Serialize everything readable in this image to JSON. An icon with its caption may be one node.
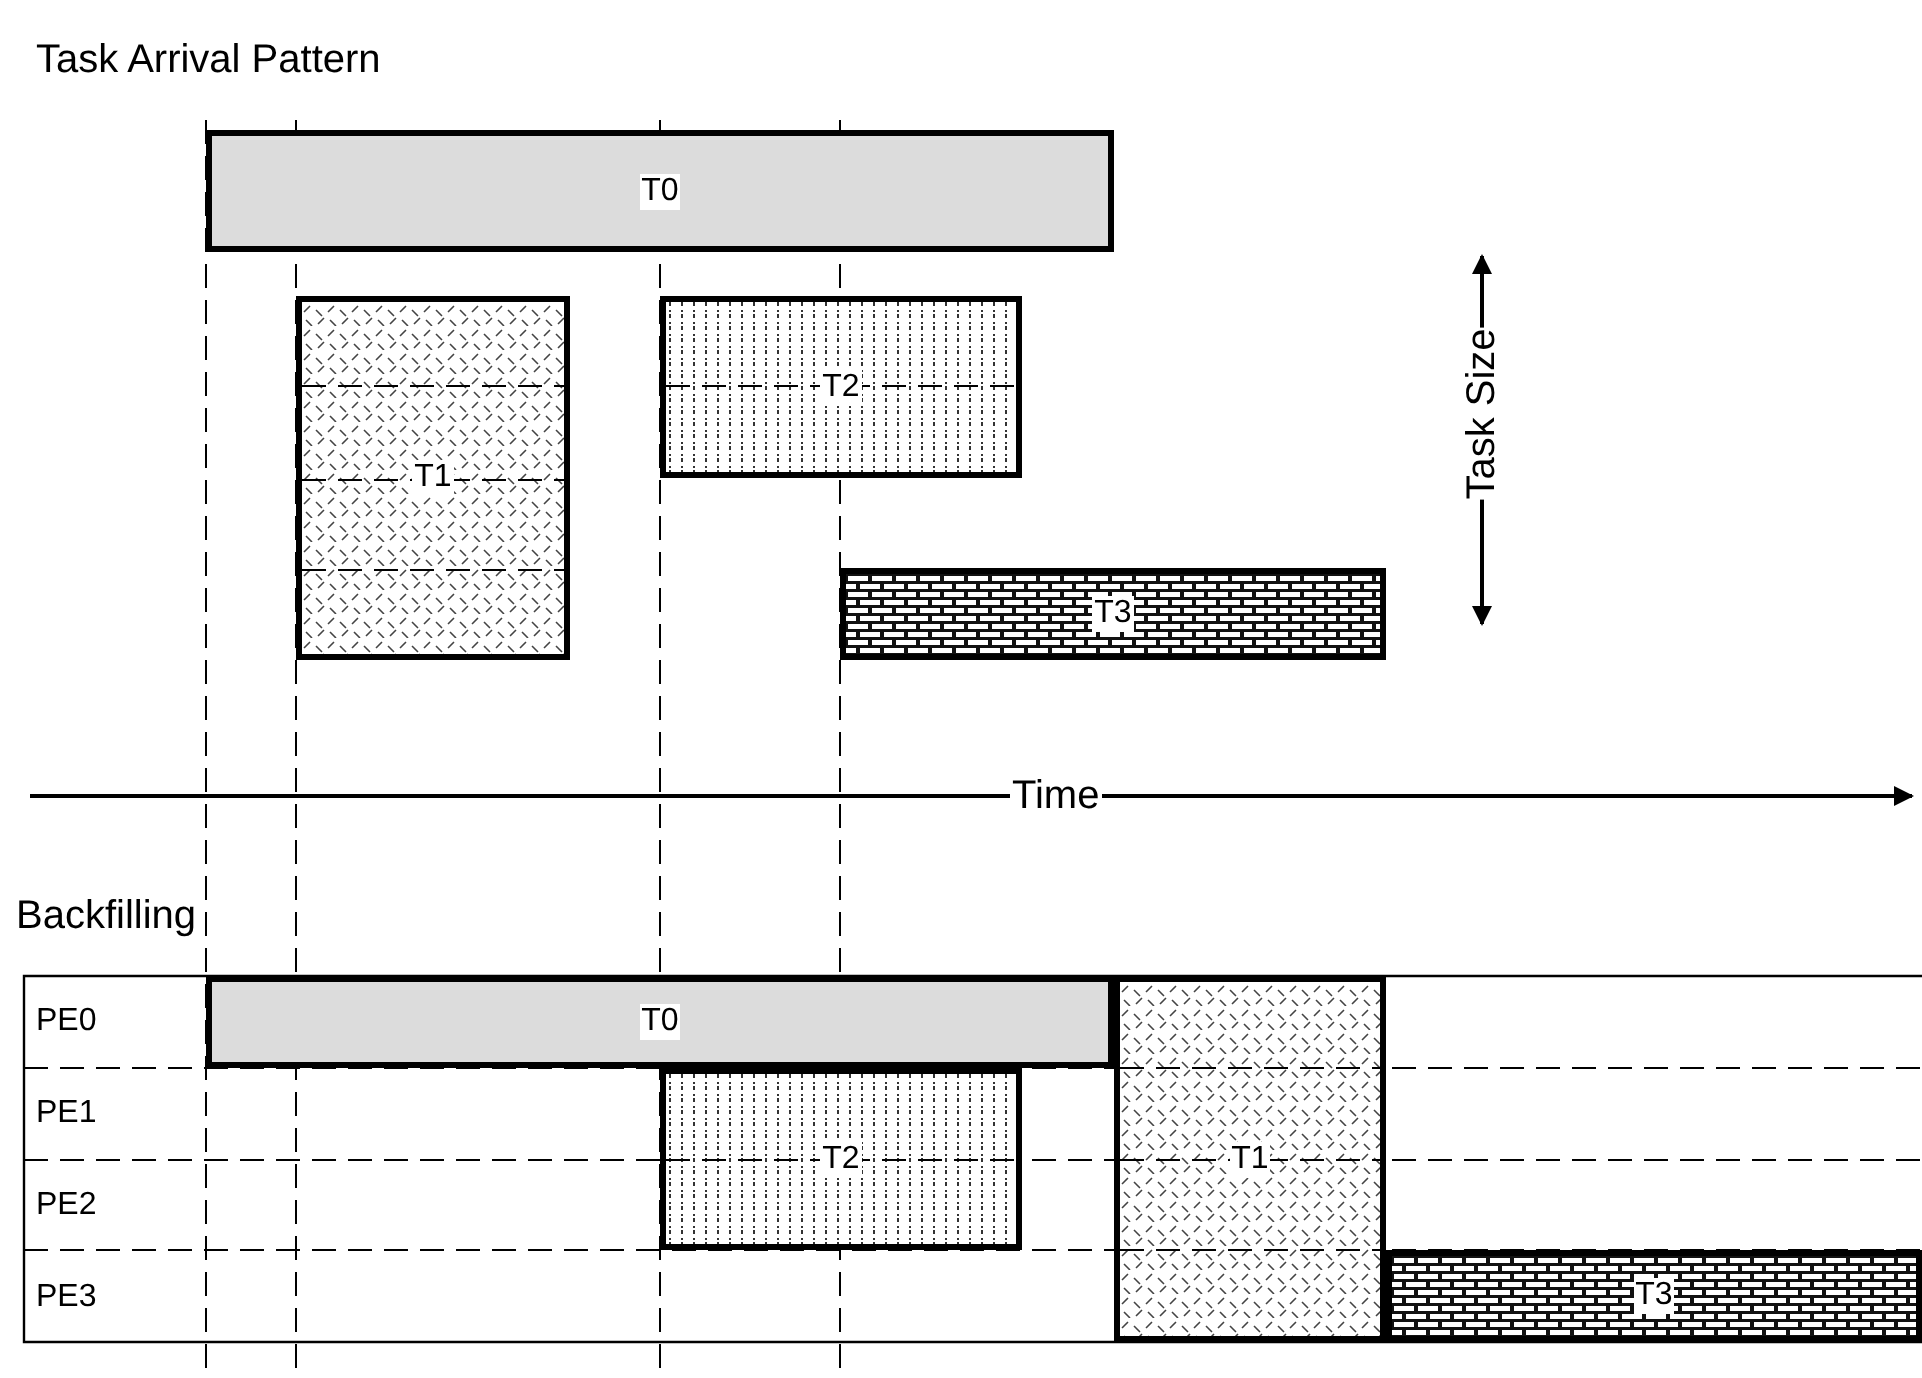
{
  "diagram": {
    "nodes": [
      {
        "text": [
          "T0"
        ]
      },
      {
        "text": [
          "T1"
        ]
      },
      {
        "text": [
          "T2"
        ]
      },
      {
        "text": [
          "T3"
        ]
      },
      {
        "text": [
          "T0"
        ]
      },
      {
        "text": [
          "T2"
        ]
      },
      {
        "text": [
          "T1"
        ]
      },
      {
        "text": [
          "T3"
        ]
      }
    ],
    "labels": [
      "Task Arrival Pattern",
      "Task Size",
      "Time",
      "Backfilling",
      "PE0",
      "PE1",
      "PE2",
      "PE3"
    ]
  }
}
